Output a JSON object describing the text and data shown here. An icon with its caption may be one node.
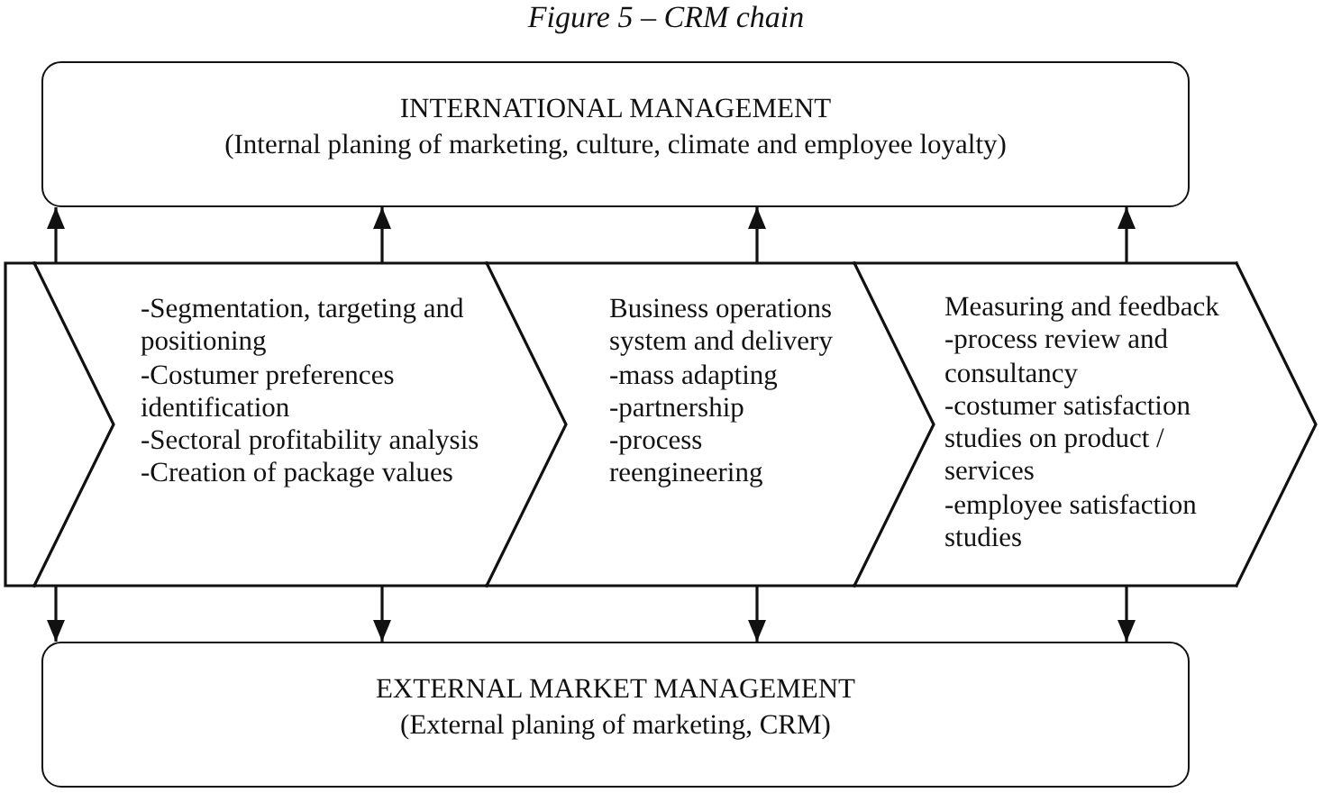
{
  "diagram": {
    "title": "Figure 5 – CRM chain",
    "nodes": [
      {
        "text": [
          "INTERNATIONAL MANAGEMENT",
          "(Internal planing of marketing, culture, climate and employee loyalty)"
        ]
      },
      {
        "text": [],
        "shape": "pentagon"
      },
      {
        "text": [
          "-Segmentation, targeting and positioning",
          "-Costumer preferences identification",
          "-Sectoral profitability analysis",
          "-Creation of package values"
        ]
      },
      {
        "text": [
          "Business operations system and delivery",
          "-mass adapting",
          "-partnership",
          "-process reengineering"
        ]
      },
      {
        "text": [
          "Measuring and feedback",
          "-process review and consultancy",
          "-costumer satisfaction studies on product / services",
          "-employee satisfaction studies"
        ]
      },
      {
        "text": [
          "EXTERNAL MARKET MANAGEMENT",
          "(External planing of marketing, CRM)"
        ]
      }
    ],
    "edges": [
      {
        "from": 2,
        "to": 0,
        "arrow": "to"
      },
      {
        "from": 2,
        "to": 0,
        "arrow": "to"
      },
      {
        "from": 3,
        "to": 0,
        "arrow": "to"
      },
      {
        "from": 4,
        "to": 0,
        "arrow": "to"
      },
      {
        "from": 2,
        "to": 5,
        "arrow": "to"
      },
      {
        "from": 2,
        "to": 5,
        "arrow": "to"
      },
      {
        "from": 3,
        "to": 5,
        "arrow": "to"
      },
      {
        "from": 4,
        "to": 5,
        "arrow": "to"
      }
    ]
  }
}
